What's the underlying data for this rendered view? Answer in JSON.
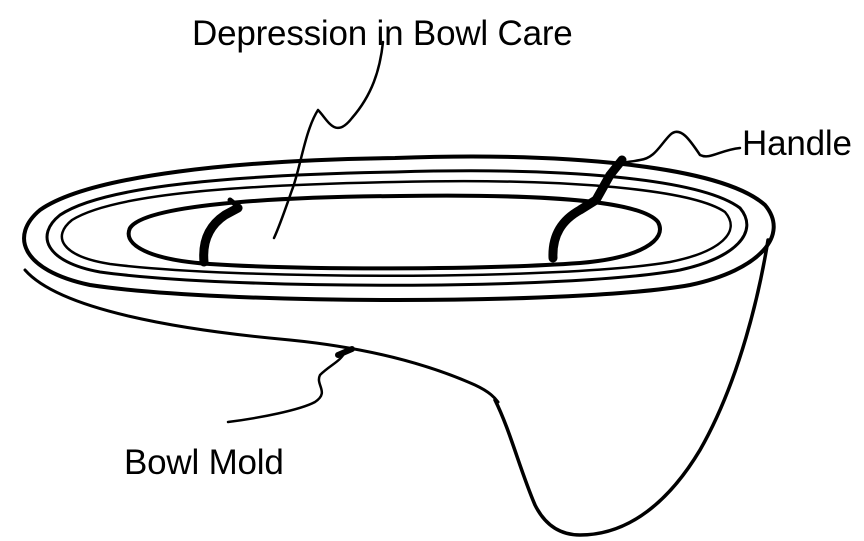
{
  "labels": {
    "depression": "Depression in Bowl Care",
    "handle": "Handle",
    "mold": "Bowl Mold"
  },
  "colors": {
    "ink": "#000000",
    "paper": "#ffffff"
  }
}
